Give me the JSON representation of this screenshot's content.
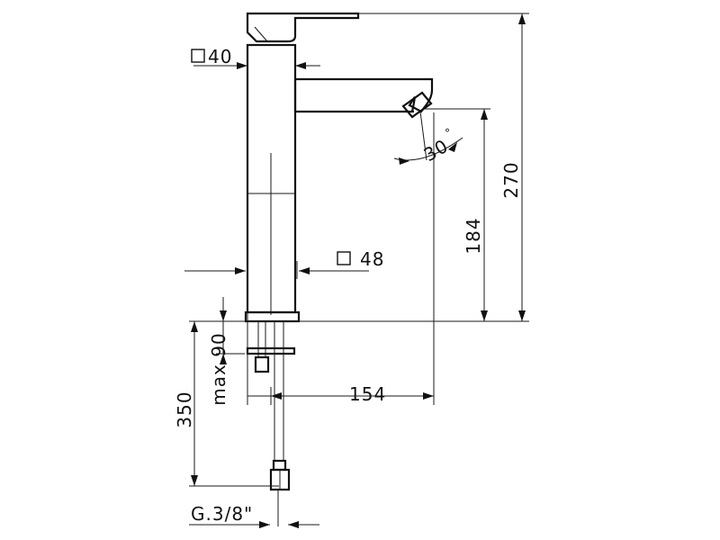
{
  "dimensions": {
    "overall_height": "270",
    "spout_height": "184",
    "spout_reach": "154",
    "body_square_top": "40",
    "body_square_base": "48",
    "swivel_angle": "30",
    "degree_symbol": "°",
    "max_deck": "max.90",
    "hose_length": "350",
    "connection_thread": "G.3/8\""
  },
  "icons": {
    "square_profile": "square-icon"
  }
}
